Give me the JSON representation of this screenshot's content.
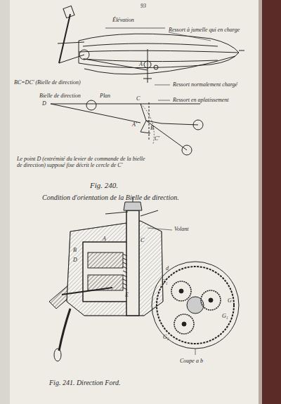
{
  "diagram": {
    "labels": [
      "93",
      "Élévation",
      "Ressort à jumelle qui en charge",
      "A",
      "Ressort normalement chargé",
      "BC=DC' (Bielle de direction)",
      "Bielle de direction",
      "Plan",
      "Ressort en aplatissement",
      "D",
      "C",
      "A'",
      "B",
      "C'",
      "Le point D (extrémité du levier de commande de la bielle de direction) supposé fixe décrit le cercle de C'",
      "Fig. 240.",
      "Condition d'orientation de la Bielle de direction.",
      "Volant",
      "A",
      "C",
      "B",
      "D",
      "E",
      "d",
      "G₁",
      "G",
      "G₁",
      "G₂",
      "Coupe a b",
      "Fig. 241. Direction Ford."
    ]
  }
}
